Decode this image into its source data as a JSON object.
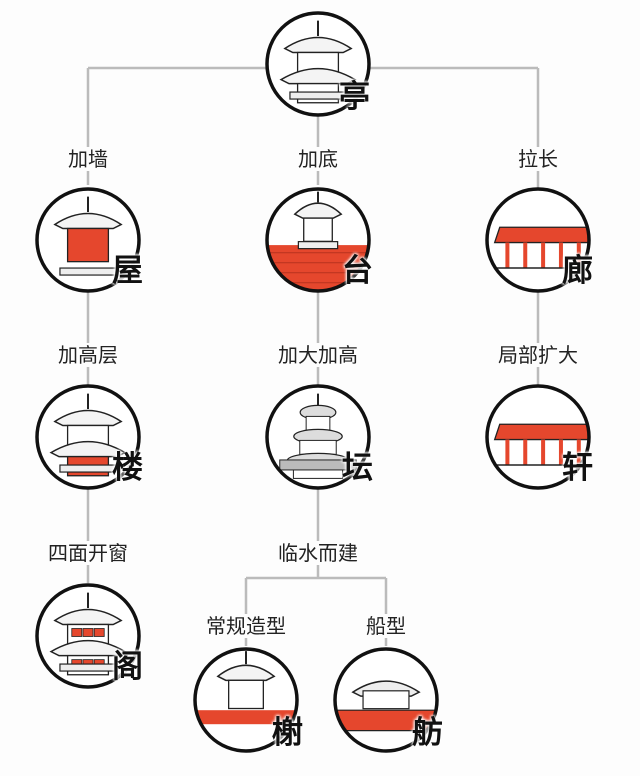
{
  "root": {
    "char": "亭"
  },
  "columns": [
    {
      "edge_label": "加墙",
      "nodes": [
        {
          "char": "屋",
          "next_label": "加高层"
        },
        {
          "char": "楼",
          "next_label": "四面开窗"
        },
        {
          "char": "阁"
        }
      ]
    },
    {
      "edge_label": "加底",
      "nodes": [
        {
          "char": "台",
          "next_label": "加大加高"
        },
        {
          "char": "坛",
          "next_label": "临水而建"
        }
      ],
      "branches": [
        {
          "edge_label": "常规造型",
          "char": "榭"
        },
        {
          "edge_label": "船型",
          "char": "舫"
        }
      ]
    },
    {
      "edge_label": "拉长",
      "nodes": [
        {
          "char": "廊",
          "next_label": "局部扩大"
        },
        {
          "char": "轩"
        }
      ]
    }
  ],
  "colors": {
    "accent": "#e5472d",
    "line": "#bbbbbb",
    "ink": "#222222"
  }
}
